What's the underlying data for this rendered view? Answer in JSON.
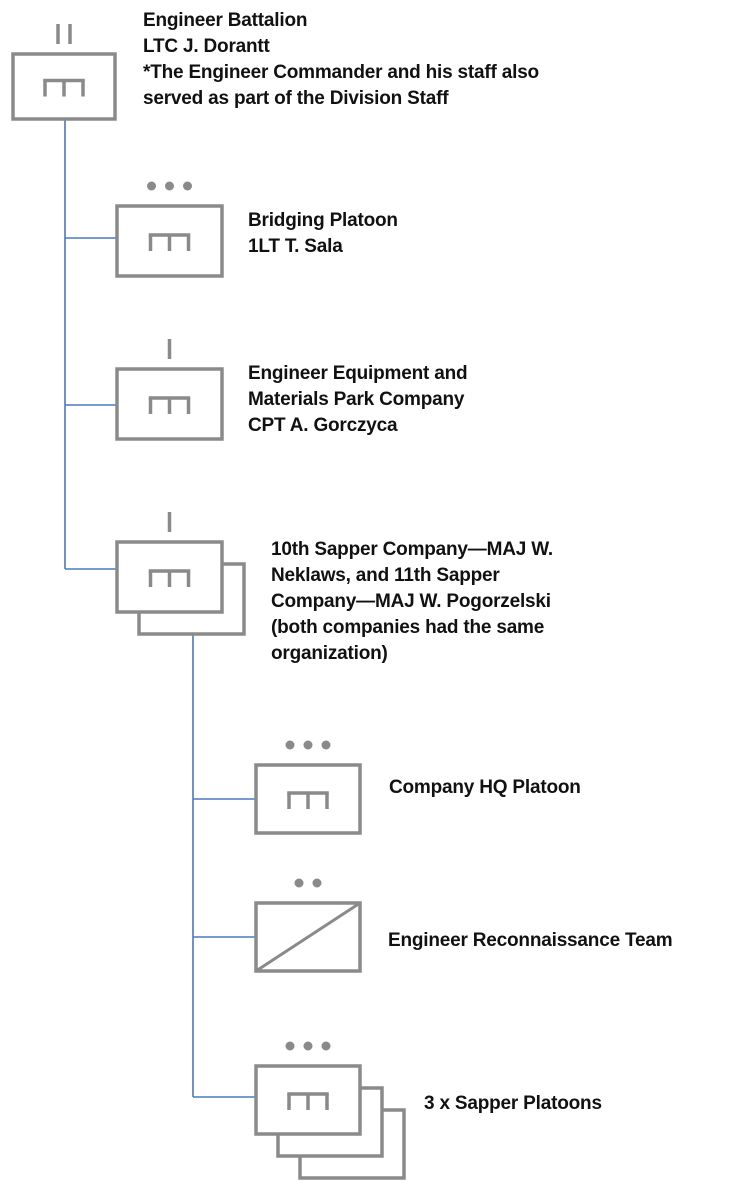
{
  "diagram": {
    "colors": {
      "symbol": "#8a8a8a",
      "connector": "#4a78c0",
      "text": "#111111",
      "background": "#ffffff"
    },
    "units": [
      {
        "id": "battalion",
        "echelon": "II",
        "symbol": "engineer",
        "lines": [
          "Engineer Battalion",
          "LTC J. Dorantt",
          "*The Engineer Commander and his staff also",
          "served as part of the Division Staff"
        ]
      },
      {
        "id": "bridging-platoon",
        "echelon": "•••",
        "symbol": "engineer",
        "lines": [
          "Bridging Platoon",
          "1LT T. Sala"
        ]
      },
      {
        "id": "equipment-company",
        "echelon": "I",
        "symbol": "engineer",
        "lines": [
          "Engineer Equipment and",
          "Materials Park Company",
          "CPT A. Gorczyca"
        ]
      },
      {
        "id": "sapper-companies",
        "echelon": "I",
        "symbol": "engineer",
        "stack": 2,
        "lines": [
          "10th Sapper Company—MAJ W.",
          "Neklaws, and 11th Sapper",
          "Company—MAJ W. Pogorzelski",
          "(both companies had the same",
          "organization)"
        ]
      },
      {
        "id": "hq-platoon",
        "echelon": "•••",
        "symbol": "engineer",
        "lines": [
          "Company HQ Platoon"
        ]
      },
      {
        "id": "recon-team",
        "echelon": "••",
        "symbol": "reconnaissance",
        "lines": [
          "Engineer Reconnaissance Team"
        ]
      },
      {
        "id": "sapper-platoons",
        "echelon": "•••",
        "symbol": "engineer",
        "stack": 3,
        "lines": [
          "3 x Sapper Platoons"
        ]
      }
    ]
  }
}
